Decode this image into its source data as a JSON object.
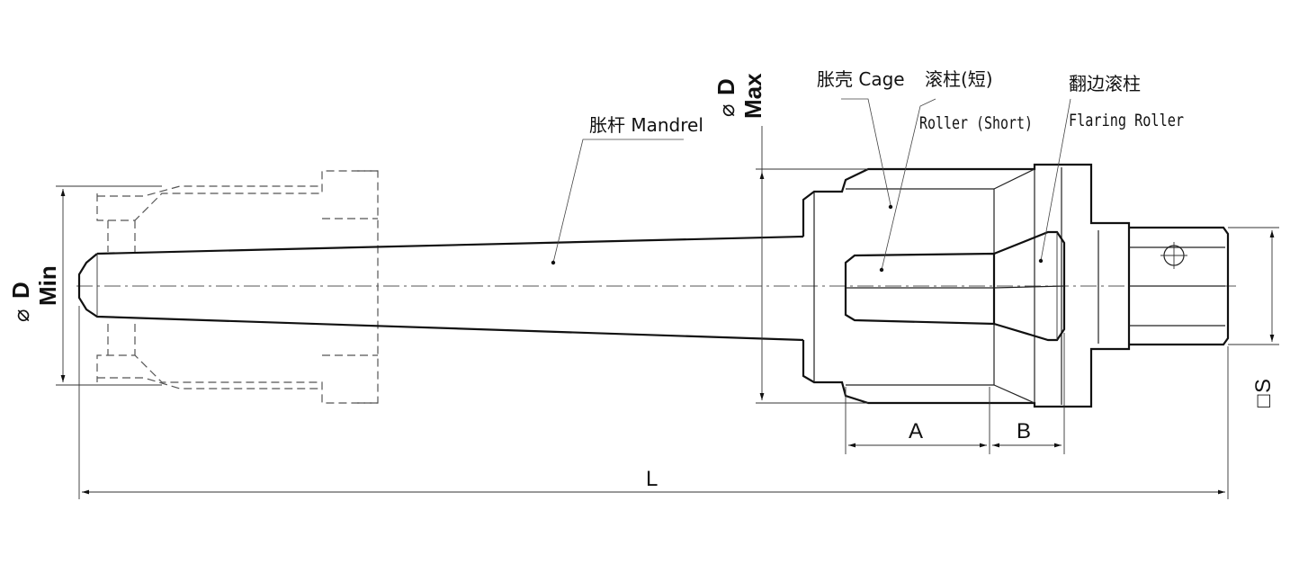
{
  "labels": {
    "mandrel": "胀杆 Mandrel",
    "cage": "胀壳 Cage",
    "roller_short_cn": "滚柱(短)",
    "roller_short_en": "Roller (Short)",
    "flaring_roller_cn": "翻边滚柱",
    "flaring_roller_en": "Flaring Roller"
  },
  "dimensions": {
    "d_min_symbol": "⌀",
    "d_min_letter": "D",
    "d_min_word": "Min",
    "d_max_symbol": "⌀",
    "d_max_letter": "D",
    "d_max_word": "Max",
    "a": "A",
    "b": "B",
    "l": "L",
    "s_symbol": "□",
    "s_letter": "S"
  }
}
